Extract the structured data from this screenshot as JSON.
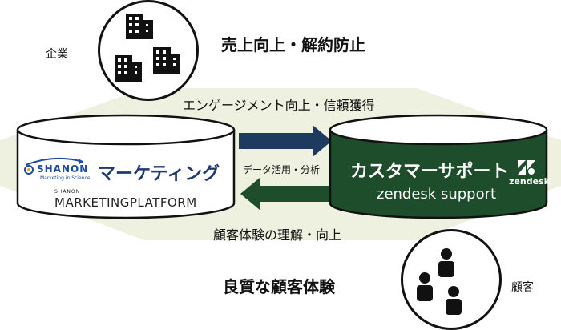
{
  "labels": {
    "company": "企業",
    "company_goal": "売上向上・解約防止",
    "engagement": "エンゲージメント向上・信頼獲得",
    "data_flow": "データ活用・分析",
    "cx_understanding": "顧客体験の理解・向上",
    "customer_goal": "良質な顧客体験",
    "customer": "顧客"
  },
  "left_db": {
    "title": "マーケティング",
    "shanon_logo": "SHANON",
    "shanon_tagline": "Marketing in Science",
    "platform_brand": "SHANON",
    "platform_name": "MarketingPlatform"
  },
  "right_db": {
    "title": "カスタマーサポート",
    "product": "zendesk support",
    "logo_text": "zendesk"
  },
  "icons": [
    "buildings-icon",
    "people-icon",
    "arrow-right-icon",
    "arrow-left-icon",
    "zendesk-logo-icon",
    "shanon-logo-icon"
  ],
  "colors": {
    "band": "#eef1df",
    "left_cylinder": "#ffffff",
    "right_cylinder": "#1e4d2b",
    "arrow_right": "#1f3a5f",
    "arrow_left": "#1e4d2b",
    "left_title": "#1f3a6e"
  }
}
